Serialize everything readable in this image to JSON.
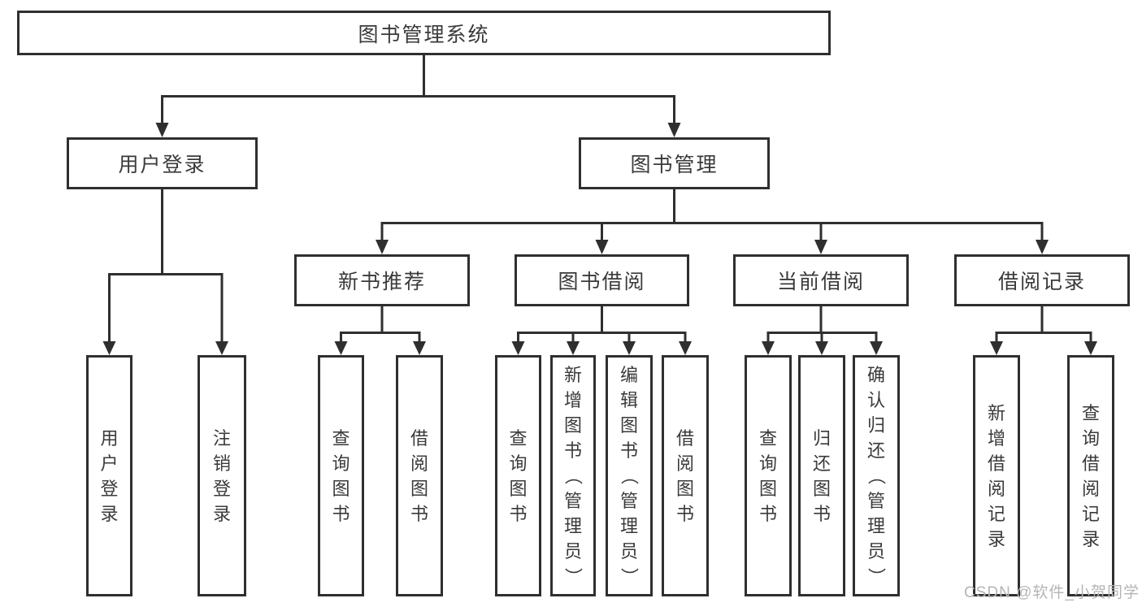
{
  "tree": {
    "label": "图书管理系统",
    "children": [
      {
        "label": "用户登录",
        "children": [
          {
            "label": "用户登录"
          },
          {
            "label": "注销登录"
          }
        ]
      },
      {
        "label": "图书管理",
        "children": [
          {
            "label": "新书推荐",
            "children": [
              {
                "label": "查询图书"
              },
              {
                "label": "借阅图书"
              }
            ]
          },
          {
            "label": "图书借阅",
            "children": [
              {
                "label": "查询图书"
              },
              {
                "label": "新增图书（管理员）"
              },
              {
                "label": "编辑图书（管理员）"
              },
              {
                "label": "借阅图书"
              }
            ]
          },
          {
            "label": "当前借阅",
            "children": [
              {
                "label": "查询图书"
              },
              {
                "label": "归还图书"
              },
              {
                "label": "确认归还（管理员）"
              }
            ]
          },
          {
            "label": "借阅记录",
            "children": [
              {
                "label": "新增借阅记录"
              },
              {
                "label": "查询借阅记录"
              }
            ]
          }
        ]
      }
    ]
  },
  "watermark": {
    "text": "CSDN @软件_小贺同学"
  },
  "colors": {
    "line": "#2f2f2f",
    "box_border": "#2f2f2f",
    "text": "#3a3a3a",
    "watermark_text": "#b5b5b5",
    "background": "#ffffff"
  }
}
